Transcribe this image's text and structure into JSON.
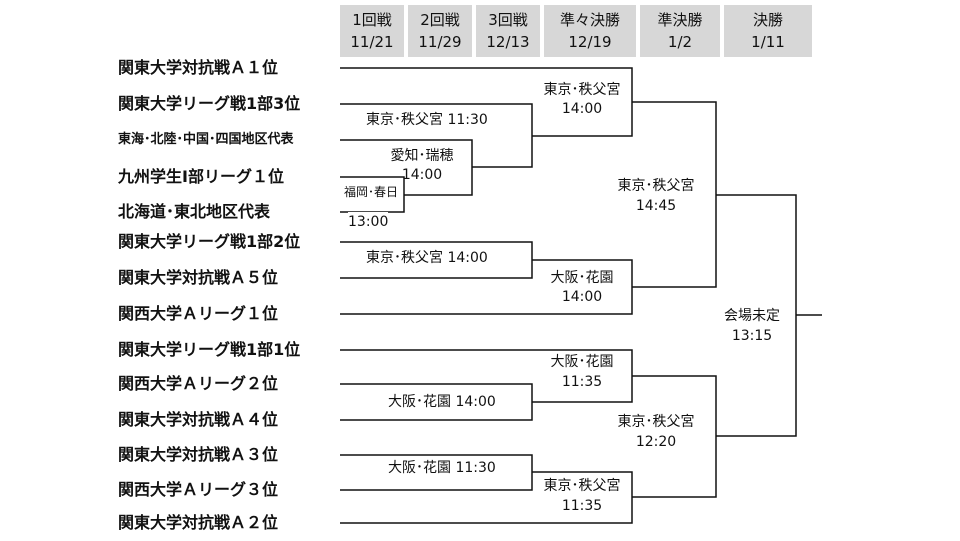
{
  "rounds": [
    {
      "name": "1回戦",
      "date": "11/21"
    },
    {
      "name": "2回戦",
      "date": "11/29"
    },
    {
      "name": "3回戦",
      "date": "12/13"
    },
    {
      "name": "準々決勝",
      "date": "12/19"
    },
    {
      "name": "準決勝",
      "date": "1/2"
    },
    {
      "name": "決勝",
      "date": "1/11"
    }
  ],
  "teams": [
    "関東大学対抗戦Ａ１位",
    "関東大学リーグ戦1部3位",
    "東海･北陸･中国･四国地区代表",
    "九州学生Ⅰ部リーグ１位",
    "北海道･東北地区代表",
    "関東大学リーグ戦1部2位",
    "関東大学対抗戦Ａ５位",
    "関西大学Ａリーグ１位",
    "関東大学リーグ戦1部1位",
    "関西大学Ａリーグ２位",
    "関東大学対抗戦Ａ４位",
    "関東大学対抗戦Ａ３位",
    "関西大学Ａリーグ３位",
    "関東大学対抗戦Ａ２位"
  ],
  "venues": {
    "r1_a": "福岡･春日",
    "r1_a_time": "13:00",
    "r2_a": "愛知･瑞穂",
    "r2_a_time": "14:00",
    "r3_a": "東京･秩父宮 11:30",
    "r3_b": "東京･秩父宮 14:00",
    "r3_c": "大阪･花園 14:00",
    "r3_d": "大阪･花園 11:30",
    "qf_a": "東京･秩父宮",
    "qf_a_time": "14:00",
    "qf_b": "大阪･花園",
    "qf_b_time": "14:00",
    "qf_c": "大阪･花園",
    "qf_c_time": "11:35",
    "qf_d": "東京･秩父宮",
    "qf_d_time": "11:35",
    "sf_a": "東京･秩父宮",
    "sf_a_time": "14:45",
    "sf_b": "東京･秩父宮",
    "sf_b_time": "12:20",
    "final": "会場未定",
    "final_time": "13:15"
  }
}
